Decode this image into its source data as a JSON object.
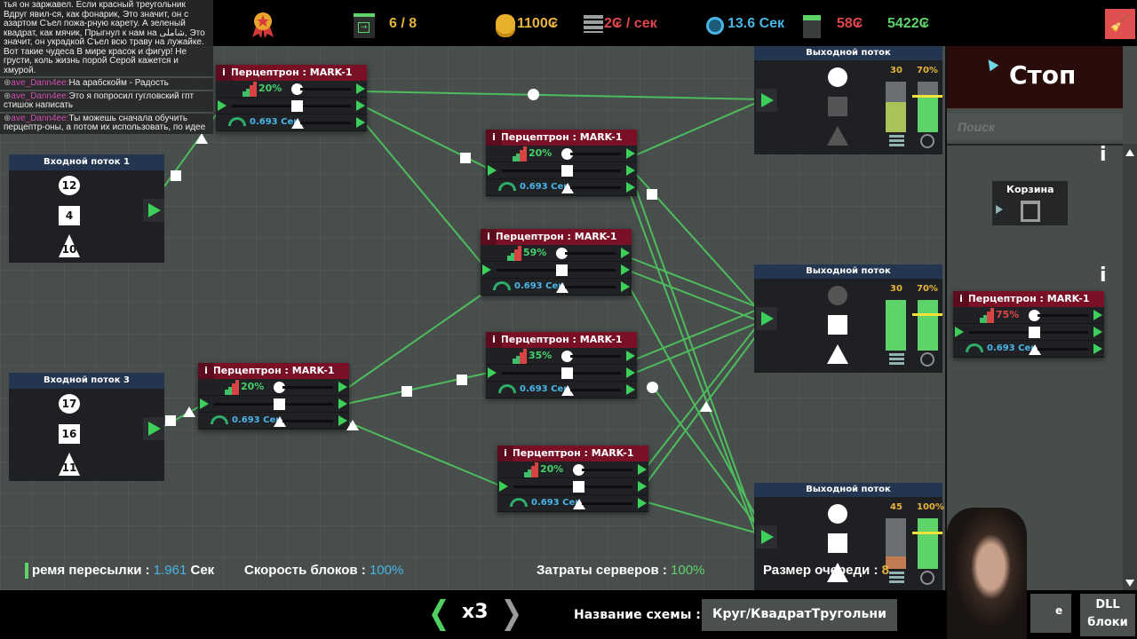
{
  "top_bar": {
    "levels": "6 / 8",
    "coins": "1100₢",
    "income": "2₢ / сек",
    "time": "13.6 Сек",
    "cost": "58₢",
    "balance": "5422₢"
  },
  "chat": {
    "poem": "тья он заржавел. Если красный треугольник Вдруг явил-ся, как фонарик, Это значит, он с азартом Съел пожа-рную карету. А зеленый квадрат, как мячик, Прыгнул к нам на شاملی, Это значит, он украдкой Съел всю траву на лужайке. Вот такие чудеса В мире красок и фигур! Не грусти, коль жизнь порой Серой кажется и хмурой.",
    "messages": [
      {
        "user": "ave_Dann4ee:",
        "text": "На арабскойм - Радость"
      },
      {
        "user": "ave_Dann4ee:",
        "text": "Это я попросил гугловский гпт стишок написать"
      },
      {
        "user": "ave_Dann4ee:",
        "text": "Ты можешь сначала обучить перцептр-оны, а потом их использовать, по идее"
      }
    ]
  },
  "perceptrons": [
    {
      "title": "Перцептрон : MARK-1",
      "accuracy": "20%",
      "time": "0.693 Сек",
      "acc_color": "#46d06a"
    },
    {
      "title": "Перцептрон : MARK-1",
      "accuracy": "20%",
      "time": "0.693 Сек",
      "acc_color": "#46d06a"
    },
    {
      "title": "Перцептрон : MARK-1",
      "accuracy": "59%",
      "time": "0.693 Сек",
      "acc_color": "#46d06a"
    },
    {
      "title": "Перцептрон : MARK-1",
      "accuracy": "35%",
      "time": "0.693 Сек",
      "acc_color": "#46d06a"
    },
    {
      "title": "Перцептрон : MARK-1",
      "accuracy": "20%",
      "time": "0.693 Сек",
      "acc_color": "#46d06a"
    },
    {
      "title": "Перцептрон : MARK-1",
      "accuracy": "20%",
      "time": "0.693 Сек",
      "acc_color": "#46d06a"
    }
  ],
  "inputs": [
    {
      "title": "Входной поток 1",
      "circle": "12",
      "square": "4",
      "triangle": "10"
    },
    {
      "title": "Входной поток 3",
      "circle": "17",
      "square": "16",
      "triangle": "11"
    }
  ],
  "outputs": [
    {
      "title": "Выходной поток",
      "count": "30",
      "percent": "70%",
      "count_fill": 0.6,
      "pct_fill": 0.7,
      "count_color": "#a9c25a"
    },
    {
      "title": "Выходной поток",
      "count": "30",
      "percent": "70%",
      "count_fill": 1.0,
      "pct_fill": 1.0,
      "count_color": "#5ed36a"
    },
    {
      "title": "Выходной поток",
      "count": "45",
      "percent": "100%",
      "count_fill": 0.25,
      "pct_fill": 1.0,
      "count_color": "#c27a52"
    }
  ],
  "right_panel": {
    "stop_label": "Стоп",
    "search_placeholder": "Поиск",
    "trash_label": "Корзина",
    "perceptron": {
      "title": "Перцептрон : MARK-1",
      "accuracy": "75%",
      "time": "0.693 Сек",
      "acc_color": "#e0464a"
    }
  },
  "status": {
    "transfer_label": "ремя пересылки :",
    "transfer_value": "1.961",
    "transfer_unit": "Сек",
    "speed_label": "Скорость блоков :",
    "speed_value": "100%",
    "servers_label": "Затраты серверов :",
    "servers_value": "100%",
    "queue_label": "Размер очереди :",
    "queue_value": "8"
  },
  "bottom": {
    "speed": "x3",
    "scheme_label": "Название схемы :",
    "scheme_value": "Круг/КвадратТругольни",
    "dll_line1": "DLL",
    "dll_line2": "блоки",
    "partial_button": "e"
  },
  "colors": {
    "accent_green": "#3ccf5a",
    "perceptron_header": "#7a1026",
    "stream_header": "#243550"
  }
}
